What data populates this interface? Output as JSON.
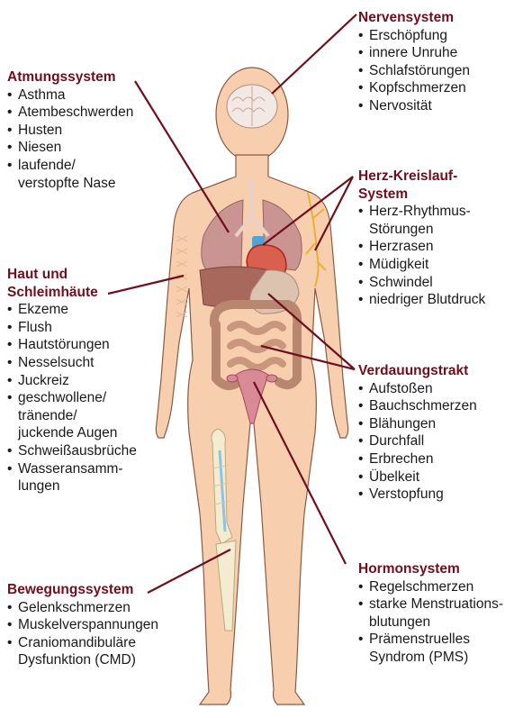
{
  "colors": {
    "heading": "#6e0f1e",
    "skin": "#f7cfae",
    "skin_outline": "#8a5a44",
    "line": "#6e0f1e"
  },
  "groups": {
    "nervensystem": {
      "title": "Nervensystem",
      "items": [
        "Erschöpfung",
        "innere Unruhe",
        "Schlafstörungen",
        "Kopfschmerzen",
        "Nervosität"
      ]
    },
    "atmungssystem": {
      "title": "Atmungssystem",
      "items": [
        "Asthma",
        "Atembeschwerden",
        "Husten",
        "Niesen",
        "laufende/ verstopfte Nase"
      ]
    },
    "herz": {
      "title_line1": "Herz-Kreislauf-",
      "title_line2": "System",
      "items": [
        "Herz-Rhythmus- Störungen",
        "Herzrasen",
        "Müdigkeit",
        "Schwindel",
        "niedriger Blutdruck"
      ]
    },
    "haut": {
      "title_line1": "Haut und",
      "title_line2": "Schleimhäute",
      "items": [
        "Ekzeme",
        "Flush",
        "Hautstörungen",
        "Nesselsucht",
        "Juckreiz",
        "geschwollene/ tränende/ juckende Augen",
        "Schweißausbrüche",
        "Wasseransamm- lungen"
      ]
    },
    "verdauung": {
      "title": "Verdauungstrakt",
      "items": [
        "Aufstoßen",
        "Bauchschmerzen",
        "Blähungen",
        "Durchfall",
        "Erbrechen",
        "Übelkeit",
        "Verstopfung"
      ]
    },
    "hormon": {
      "title": "Hormonsystem",
      "items": [
        "Regelschmerzen",
        "starke Menstruations- blutungen",
        "Prämenstruelles Syndrom (PMS)"
      ]
    },
    "bewegung": {
      "title": "Bewegungssystem",
      "items": [
        "Gelenkschmerzen",
        "Muskelverspannungen",
        "Craniomandibuläre Dysfunktion (CMD)"
      ]
    }
  }
}
